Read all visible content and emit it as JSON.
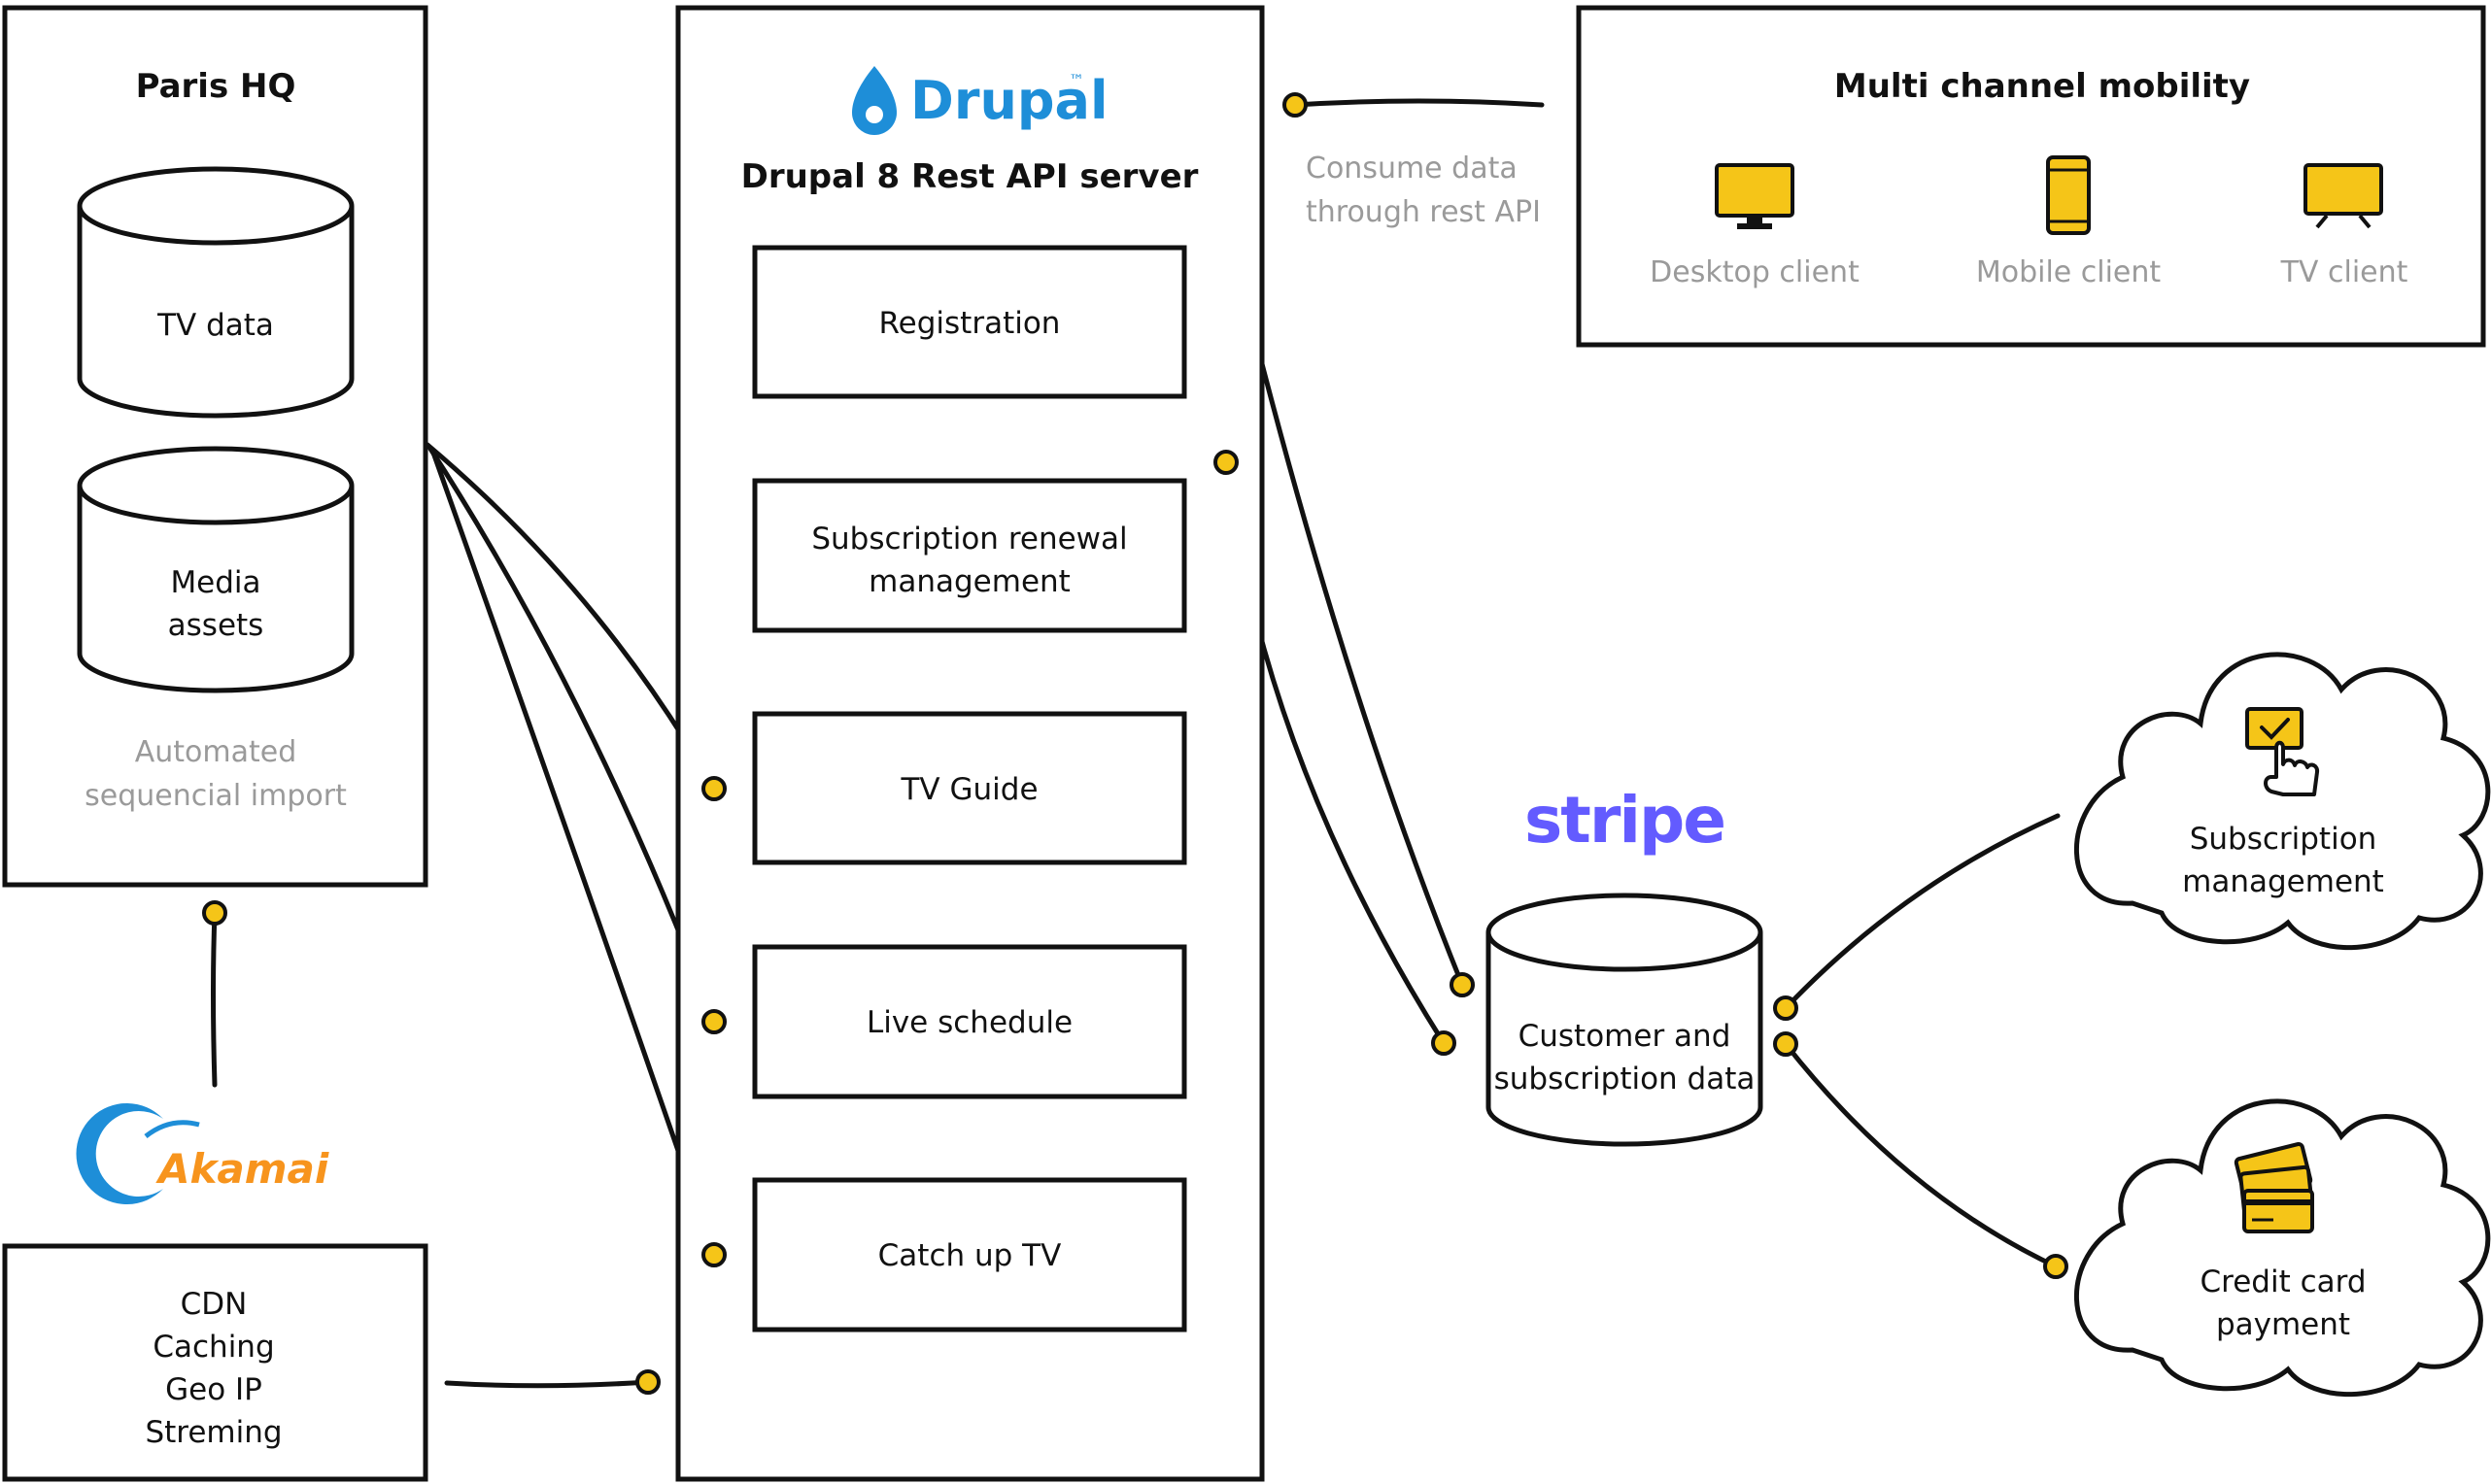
{
  "paris_hq": {
    "title": "Paris HQ",
    "tv_data": "TV data",
    "media_assets": [
      "Media",
      "assets"
    ],
    "note": [
      "Automated",
      "sequencial import"
    ]
  },
  "akamai": {
    "logo_text": "Akamai",
    "features": [
      "CDN",
      "Caching",
      "Geo IP",
      "Streming"
    ]
  },
  "drupal": {
    "logo_text": "Drupal",
    "trademark": "™",
    "title": "Drupal 8 Rest API server",
    "modules": [
      [
        "Registration"
      ],
      [
        "Subscription renewal",
        "management"
      ],
      [
        "TV Guide"
      ],
      [
        "Live schedule"
      ],
      [
        "Catch up TV"
      ]
    ]
  },
  "consume_note": [
    "Consume data",
    "through rest API"
  ],
  "mobility": {
    "title": "Multi channel mobility",
    "clients": [
      "Desktop client",
      "Mobile client",
      "TV client"
    ]
  },
  "stripe": {
    "logo_text": "stripe",
    "db": [
      "Customer and",
      "subscription data"
    ]
  },
  "clouds": [
    {
      "label": [
        "Subscription",
        "management"
      ],
      "icon": "hand-pointer-icon"
    },
    {
      "label": [
        "Credit card",
        "payment"
      ],
      "icon": "credit-cards-icon"
    }
  ],
  "colors": {
    "accent": "#f5c518",
    "drupal": "#1e8ed8",
    "stripe": "#635bff",
    "akamai": "#f7941d",
    "muted": "#9a9a9a"
  }
}
